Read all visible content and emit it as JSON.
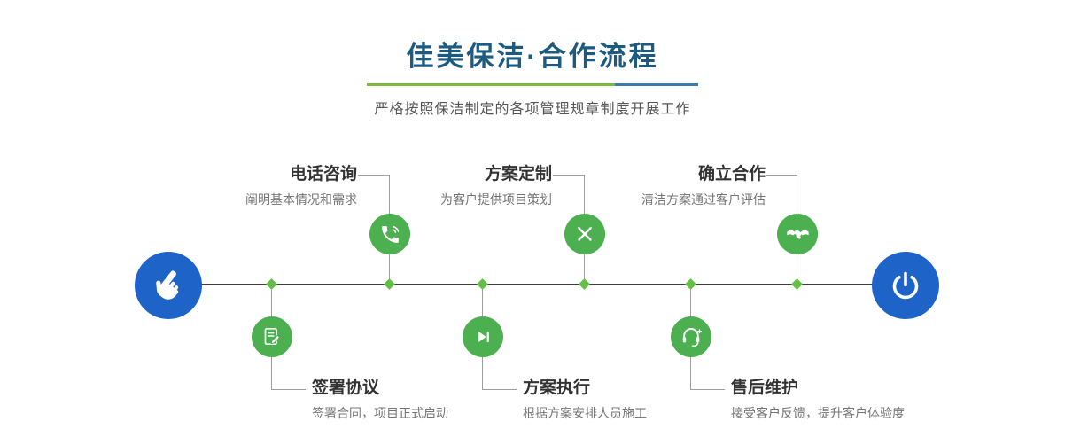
{
  "header": {
    "title": "佳美保洁·合作流程",
    "subtitle": "严格按照保洁制定的各项管理规章制度开展工作"
  },
  "steps": {
    "top": [
      {
        "title": "电话咨询",
        "desc": "阐明基本情况和需求",
        "icon": "phone-icon"
      },
      {
        "title": "方案定制",
        "desc": "为客户提供项目策划",
        "icon": "design-icon"
      },
      {
        "title": "确立合作",
        "desc": "清洁方案通过客户评估",
        "icon": "handshake-icon"
      }
    ],
    "bottom": [
      {
        "title": "签署协议",
        "desc": "签署合同，项目正式启动",
        "icon": "contract-icon"
      },
      {
        "title": "方案执行",
        "desc": "根据方案安排人员施工",
        "icon": "play-icon"
      },
      {
        "title": "售后维护",
        "desc": "接受客户反馈，提升客户体验度",
        "icon": "headset-icon"
      }
    ]
  },
  "endpoints": {
    "start_icon": "hand-pointer-icon",
    "end_icon": "power-icon"
  },
  "colors": {
    "title-color": "#1c5a80",
    "accent-green": "#4cb050",
    "accent-blue": "#1e64c8",
    "divider-green": "#7cb93f",
    "divider-blue": "#3a7cb0",
    "diamond-green": "#62c046",
    "line-dark": "#3f3f3f",
    "connector-gray": "#9e9e9e"
  }
}
